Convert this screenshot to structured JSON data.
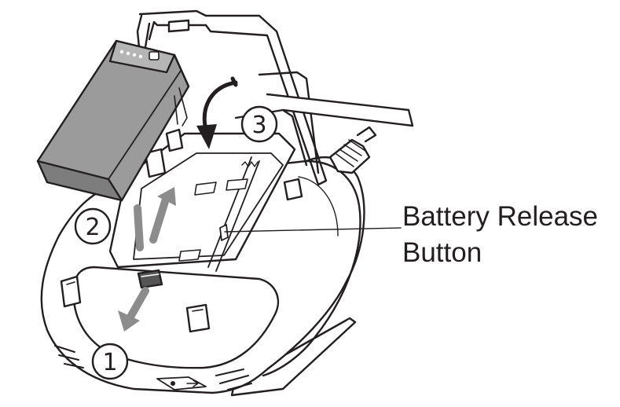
{
  "callout": {
    "line1": "Battery Release",
    "line2": "Button"
  },
  "steps": [
    {
      "number": "1"
    },
    {
      "number": "2"
    },
    {
      "number": "3"
    }
  ],
  "colors": {
    "line": "#231f20",
    "battery_fill": "#9b9b9b",
    "battery_dark": "#7d7d7d",
    "arrow_fill": "#8c8c8c",
    "background": "#ffffff"
  },
  "icons": [
    "usb-port-icon",
    "power-port-icon"
  ]
}
